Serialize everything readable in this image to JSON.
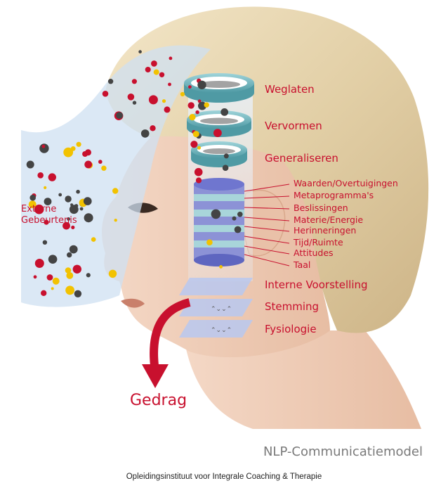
{
  "title": "NLP-Communicatiemodel",
  "footer": "Opleidingsinstituut voor Integrale Coaching & Therapie",
  "external_events": {
    "line1": "Externe",
    "line2": "Gebeurtenis"
  },
  "filters": {
    "weglaten": "Weglaten",
    "vervormen": "Vervormen",
    "generaliseren": "Generaliseren"
  },
  "internal_filters": [
    "Waarden/Overtuigingen",
    "Metaprogramma's",
    "Beslissingen",
    "Materie/Energie",
    "Herinneringen",
    "Tijd/Ruimte",
    "Attitudes",
    "Taal"
  ],
  "states": {
    "voorstelling": "Interne Voorstelling",
    "stemming": "Stemming",
    "fysiologie": "Fysiologie"
  },
  "output": "Gedrag",
  "colors": {
    "accent": "#c8102e",
    "ring": "#6fb7bf",
    "disk": "#8c92d6",
    "bubble": "#d6e6f5",
    "dot_yellow": "#f2c200",
    "dot_red": "#c8102e",
    "dot_grey": "#444444"
  }
}
